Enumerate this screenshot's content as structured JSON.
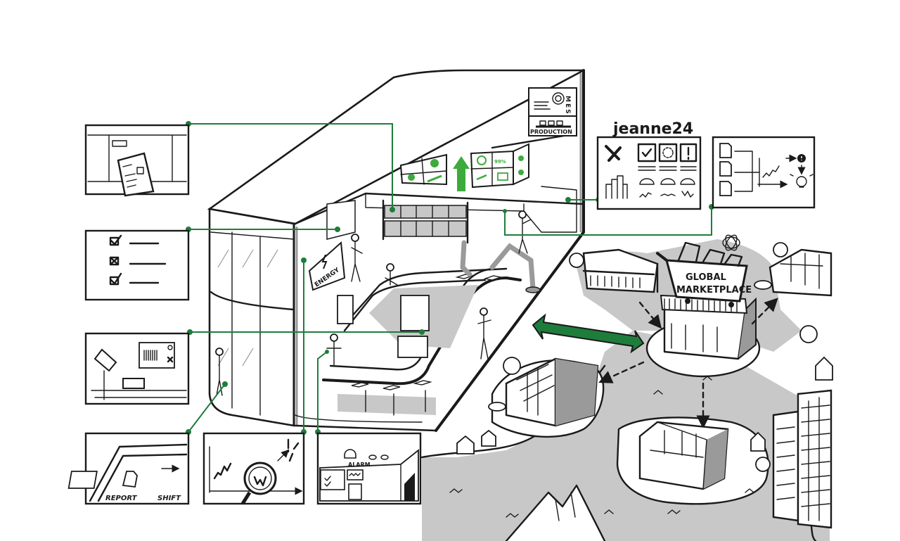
{
  "illustration": {
    "author_signature": "jeanne24",
    "colors": {
      "accent_green": "#1e7d3c",
      "bright_green": "#3cab3c",
      "ink": "#1a1a1a",
      "shade": "#c8c8c8",
      "shade_dark": "#9a9a9a"
    },
    "factory": {
      "mes_label": "MES",
      "production_label": "PRODUCTION",
      "energy_sign": "ENERGY",
      "dashboard_percent": "99%"
    },
    "marketplace": {
      "line1": "GLOBAL",
      "line2": "MARKETPLACE"
    },
    "callouts": [
      {
        "id": "goods-receipt",
        "icon": "tablet-document-icon"
      },
      {
        "id": "checklist",
        "icon": "checklist-icon"
      },
      {
        "id": "scan-quality",
        "icon": "barcode-scanner-icon"
      },
      {
        "id": "report-shift",
        "icon": "report-shift-icon",
        "labels": [
          "REPORT",
          "SHIFT"
        ]
      },
      {
        "id": "analytics",
        "icon": "magnifier-chart-icon"
      },
      {
        "id": "alarm",
        "icon": "alarm-machine-icon",
        "label": "ALARM"
      },
      {
        "id": "maintenance-dashboard",
        "icon": "dashboard-icon"
      },
      {
        "id": "data-insight",
        "icon": "documents-insight-icon"
      }
    ]
  }
}
